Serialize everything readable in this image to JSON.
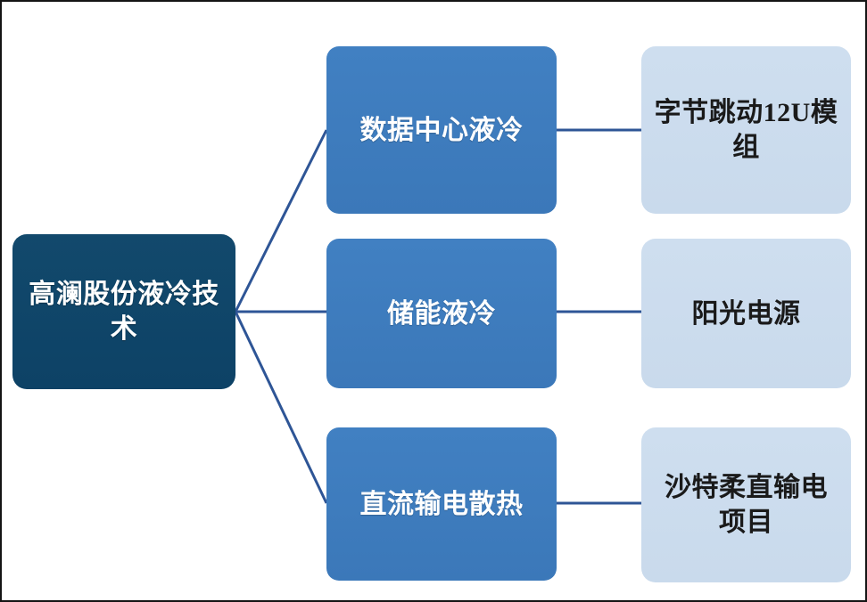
{
  "diagram": {
    "type": "tree-mindmap",
    "orientation": "left-to-right",
    "root": {
      "id": "root",
      "label": "高澜股份液冷技术",
      "fill_color": "#10486A",
      "text_color": "#FFFFFF"
    },
    "branches": [
      {
        "id": "branch-1",
        "label": "数据中心液冷",
        "fill_color": "#3E7CBE",
        "text_color": "#FFFFFF",
        "leaf": {
          "id": "leaf-1",
          "label": "字节跳动12U模组",
          "fill_color": "#CCDDEE",
          "text_color": "#1A1A1A"
        }
      },
      {
        "id": "branch-2",
        "label": "储能液冷",
        "fill_color": "#3E7CBE",
        "text_color": "#FFFFFF",
        "leaf": {
          "id": "leaf-2",
          "label": "阳光电源",
          "fill_color": "#CCDDEE",
          "text_color": "#1A1A1A"
        }
      },
      {
        "id": "branch-3",
        "label": "直流输电散热",
        "fill_color": "#3E7CBE",
        "text_color": "#FFFFFF",
        "leaf": {
          "id": "leaf-3",
          "label": "沙特柔直输电项目",
          "fill_color": "#CCDDEE",
          "text_color": "#1A1A1A"
        }
      }
    ],
    "connector_color": "#2E5596",
    "border_color": "#141414",
    "background_color": "#FFFFFF"
  }
}
